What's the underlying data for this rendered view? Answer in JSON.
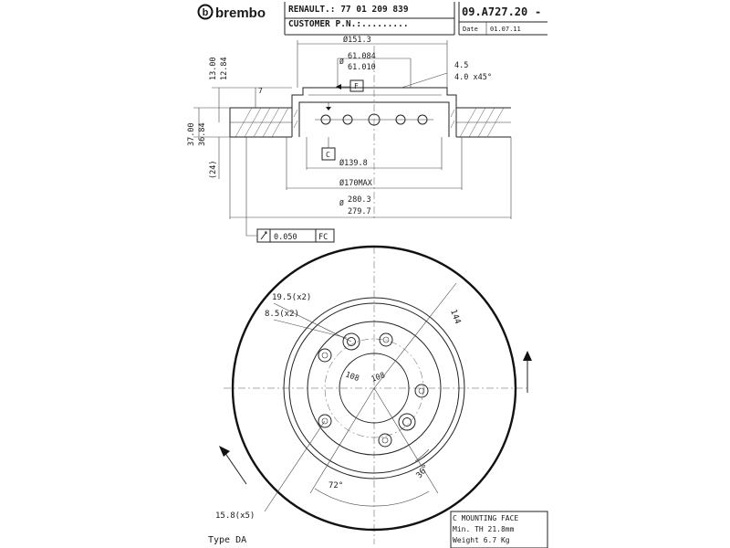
{
  "header": {
    "brand_name": "brembo",
    "renault_ref": "RENAULT.: 77 01 209 839",
    "customer_pn": "CUSTOMER P.N.:.........",
    "part_number": "09.A727.20",
    "part_suffix": "-",
    "date_label": "Date",
    "date_value": "01.07.11"
  },
  "side_view": {
    "dim_151": "Ø151.3",
    "dim_61_084": "61.084",
    "dim_61_010": "61.010",
    "dim_61_prefix": "Ø",
    "chamfer_1": "4.5",
    "chamfer_2": "4.0 x45°",
    "datum_f": "F",
    "datum_c": "C",
    "height_13_00": "13.00",
    "height_12_84": "12.84",
    "seven": "7",
    "height_37_00": "37.00",
    "height_36_84": "36.84",
    "height_24": "(24)",
    "dim_139_8": "Ø139.8",
    "dim_170": "Ø170MAX",
    "dim_280_3": "280.3",
    "dim_279_7": "279.7",
    "dim_280_prefix": "Ø",
    "tolerance_value": "0.050",
    "tolerance_ref": "FC"
  },
  "front_view": {
    "dim_19_5": "19.5(x2)",
    "dim_8_5": "8.5(x2)",
    "dim_144": "144",
    "dim_108_a": "108",
    "dim_108_b": "108",
    "dim_72": "72°",
    "dim_36": "36°",
    "dim_15_8": "15.8(x5)"
  },
  "notes": {
    "type": "Type DA",
    "mounting_face": "C MOUNTING FACE",
    "min_th": "Min. TH 21.8mm",
    "weight": "Weight 6.7 Kg"
  }
}
